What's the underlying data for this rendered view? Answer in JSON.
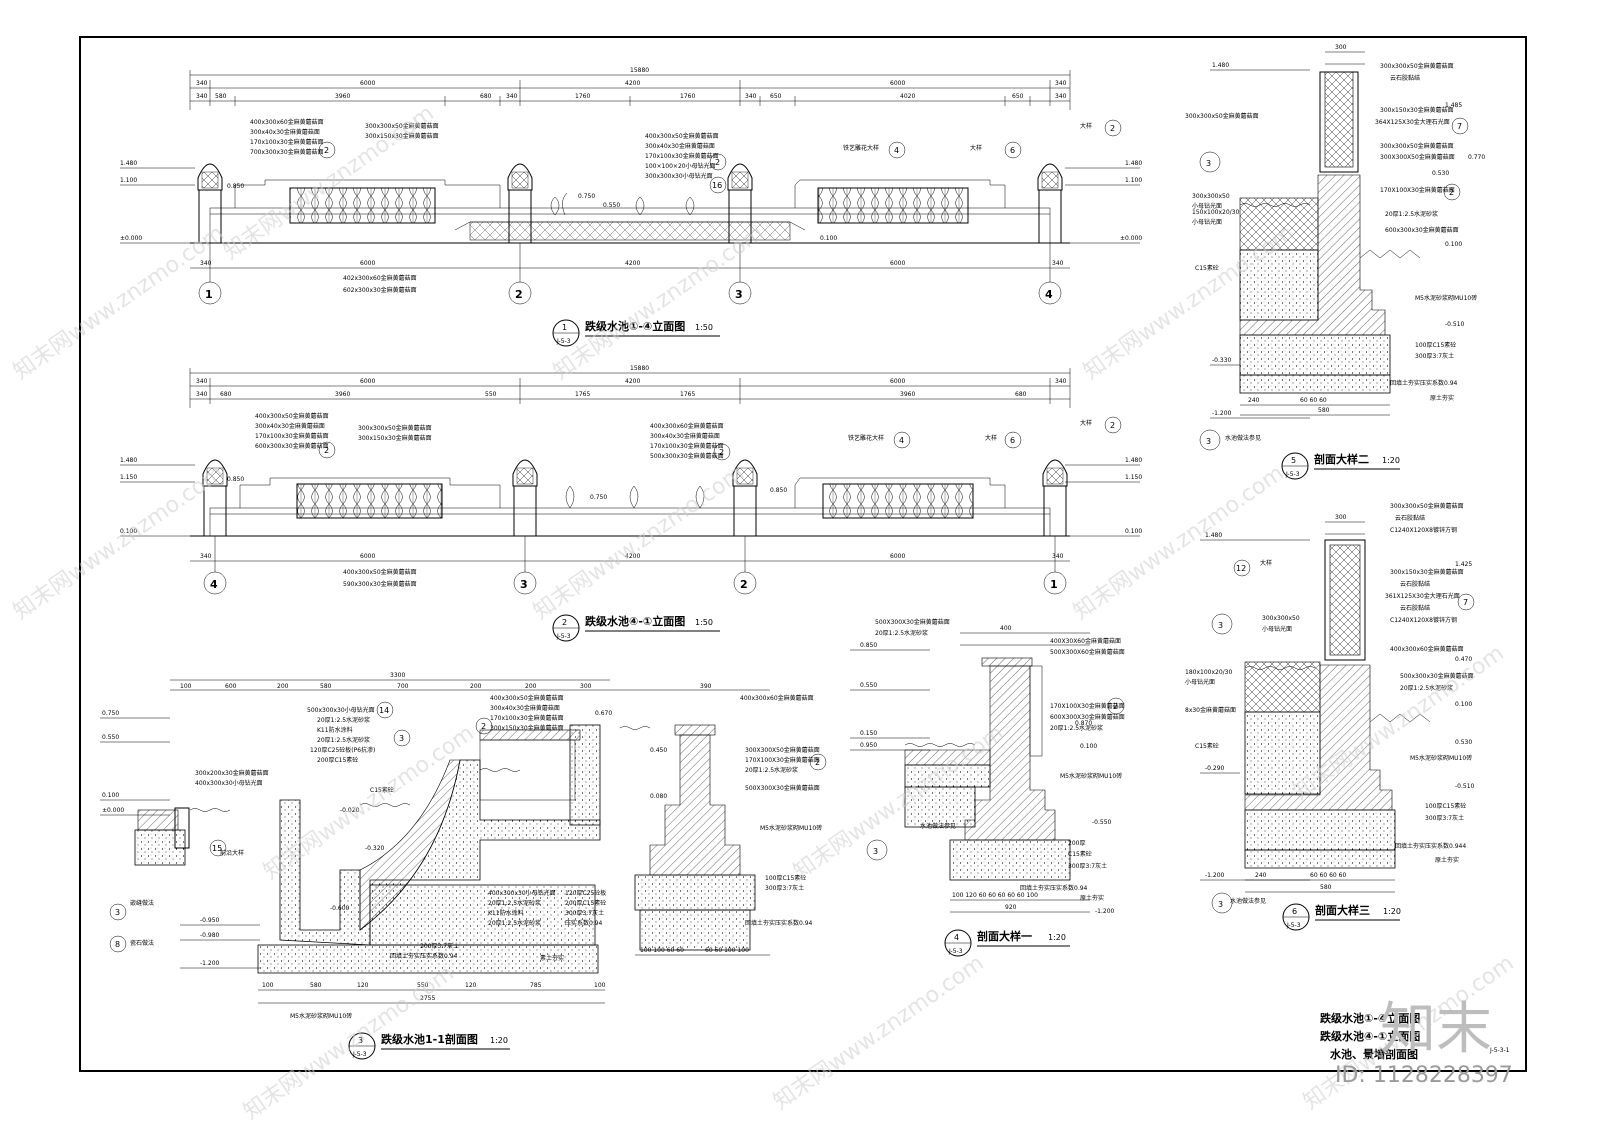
{
  "drawing": {
    "sheet_number": "J-5-3-1",
    "title_block": [
      "跌级水池①-④立面图",
      "跌级水池④-①立面图",
      "水池、景墙剖面图"
    ]
  },
  "views": {
    "elevation_1": {
      "title": "跌级水池①-④立面图",
      "scale": "1:50",
      "ref_num": "1",
      "ref_sheet": "J-5-3",
      "total_dim": "15880",
      "dims_top": [
        "340",
        "6000",
        "4200",
        "6000",
        "340"
      ],
      "dims_mid": [
        "340",
        "580",
        "3960",
        "680",
        "340",
        "1760",
        "1760",
        "340",
        "650",
        "4020",
        "650",
        "340"
      ],
      "dims_bottom": [
        "340",
        "6000",
        "4200",
        "6000",
        "340"
      ],
      "grid_axes": [
        "1",
        "2",
        "3",
        "4"
      ],
      "levels": [
        "1.480",
        "1.100",
        "±0.000",
        "0.850",
        "0.750",
        "0.550",
        "0.100"
      ],
      "notes": [
        "400x300x60金麻黄蘑菇面",
        "300x40x30金麻黄蘑菇面",
        "170x100x30金麻黄蘑菇面",
        "700x300x30金麻黄蘑菇面",
        "300x300x50金麻黄蘑菇面",
        "300x150x30金麻黄蘑菇面",
        "铁艺雕花大样",
        "大样",
        "402x300x60金麻黄蘑菇面",
        "602x300x30金麻黄蘑菇面"
      ]
    },
    "elevation_2": {
      "title": "跌级水池④-①立面图",
      "scale": "1:50",
      "ref_num": "2",
      "ref_sheet": "J-5-3",
      "total_dim": "15880",
      "grid_axes": [
        "4",
        "3",
        "2",
        "1"
      ],
      "levels": [
        "1.480",
        "1.150",
        "0.100",
        "0.850",
        "0.750"
      ],
      "notes": [
        "400x300x50金麻黄蘑菇面",
        "300x40x30金麻黄蘑菇面",
        "170x100x30金麻黄蘑菇面",
        "600x300x30金麻黄蘑菇面",
        "300x300x50金麻黄蘑菇面",
        "300x150x30金麻黄蘑菇面",
        "铁艺雕花大样",
        "大样"
      ]
    },
    "section_1_1": {
      "title": "跌级水池1-1剖面图",
      "scale": "1:20",
      "ref_num": "3",
      "ref_sheet": "J-5-3",
      "total_dim": "3300",
      "bottom_dim": "2755",
      "levels": [
        "0.750",
        "0.550",
        "0.100",
        "±0.000",
        "0.670",
        "0.450",
        "0.080",
        "-0.020",
        "-0.320",
        "-0.600",
        "-0.950",
        "-0.980",
        "-1.200"
      ],
      "notes": [
        "前沿大样",
        "嵌缝做法",
        "瓷石做法",
        "C15素砼",
        "300厚3:7灰土",
        "回填土夯实压实系数0.94",
        "M5水泥砂浆砌MU10砖",
        "素土夯实"
      ]
    },
    "detail_1": {
      "title": "剖面大样一",
      "scale": "1:20",
      "ref_num": "4",
      "ref_sheet": "J-5-3",
      "levels": [
        "0.850",
        "0.550",
        "0.150",
        "0.950",
        "0.870",
        "0.100",
        "-0.550",
        "-1.200"
      ],
      "notes": [
        "500X300X30金麻黄蘑菇面",
        "20厚1:2.5水泥砂浆",
        "M5水泥砂浆砌MU10砖",
        "C15素砼",
        "300厚3:7灰土"
      ]
    },
    "detail_2": {
      "title": "剖面大样二",
      "scale": "1:20",
      "ref_num": "5",
      "ref_sheet": "J-5-3",
      "levels": [
        "1.480",
        "1.485",
        "0.770",
        "0.530",
        "0.100",
        "-0.330",
        "-0.510",
        "-1.200"
      ],
      "notes": [
        "300x300x50金麻黄蘑菇面",
        "云石胶黏结",
        "C15素砼",
        "100厚C15素砼",
        "300厚3:7灰土",
        "回填土夯实压实系数0.94",
        "水池做法参见"
      ]
    },
    "detail_3": {
      "title": "剖面大样三",
      "scale": "1:20",
      "ref_num": "6",
      "ref_sheet": "J-5-3",
      "levels": [
        "1.480",
        "1.425",
        "0.470",
        "0.530",
        "0.100",
        "-0.290",
        "-0.510",
        "-1.200"
      ],
      "notes": [
        "300x300x50金麻黄蘑菇面",
        "云石胶黏结",
        "C15素砼",
        "100厚C15素砼",
        "300厚3:7灰土",
        "回填土夯实压实系数0.944",
        "水池做法参见"
      ]
    }
  },
  "watermark": {
    "text": "知末网www.znzmo.com",
    "brand": "知末",
    "id_label": "ID: 1128228397"
  },
  "colors": {
    "line": "#000000",
    "paper": "#ffffff",
    "watermark": "#cfcfcf"
  }
}
